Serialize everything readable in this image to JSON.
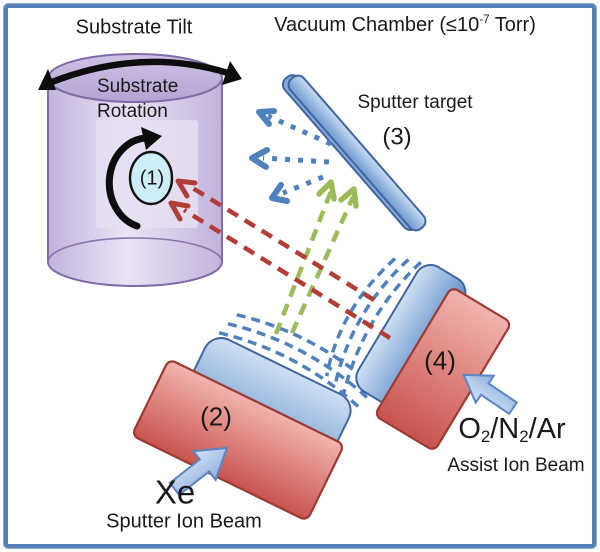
{
  "labels": {
    "substrate_tilt": "Substrate Tilt",
    "vacuum_prefix": "Vacuum Chamber (≤10",
    "vacuum_sup": "-7",
    "vacuum_suffix": " Torr)",
    "rotation_line1": "Substrate",
    "rotation_line2": "Rotation",
    "marker1": "(1)",
    "sputter_target": "Sputter target",
    "target_num": "(3)",
    "sputter_source_num": "(2)",
    "assist_source_num": "(4)",
    "xe": "Xe",
    "sputter_ion_beam": "Sputter Ion Beam",
    "gas_o": "O",
    "gas_o_sub": "2",
    "gas_n": "/N",
    "gas_n_sub": "2",
    "gas_ar": "/Ar",
    "assist_ion_beam": "Assist Ion Beam"
  },
  "colors": {
    "frame_border": "#567FB6",
    "text": "#1A1A1A",
    "arrow_black": "#0D0D0D",
    "cylinder_edge": "#7E6BA8",
    "cylinder_dark": "#C2B3DC",
    "cylinder_light": "#EAE4F5",
    "cylinder_top_light": "#CFC2E6",
    "cylinder_top_dark": "#B4A3D4",
    "inner_panel": "#E6DFF2",
    "marker_fill": "#CDEEF7",
    "marker_edge": "#111111",
    "blue_edge": "#41659C",
    "bar_light": "#C9DCF2",
    "bar_mid": "#6E9AD1",
    "bar_under": "#86AADC",
    "holder_light": "#CFDFF3",
    "holder_mid": "#5F8FCA",
    "red_edge": "#9C3A34",
    "red_light": "#F2B4AF",
    "red_mid": "#C9534E",
    "grid_dash": "#4F81BD",
    "flux_blue": "#4F81BD",
    "beam_green": "#9BBB59",
    "beam_red": "#B03E36",
    "block_light": "#D6E3F6",
    "block_mid": "#8FB0DE",
    "block_edge": "#5C85C4"
  }
}
